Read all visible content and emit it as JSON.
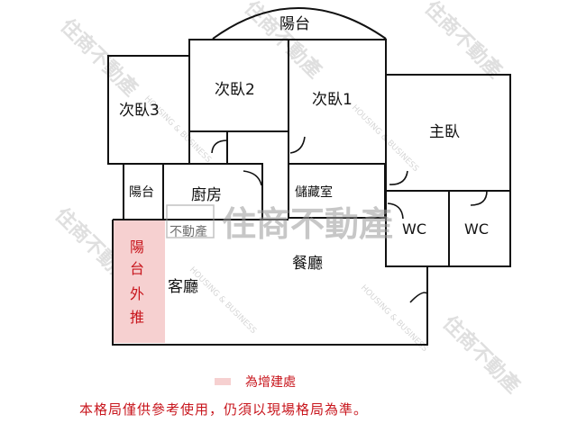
{
  "rooms": {
    "balcony_top": "陽台",
    "bedroom2": "次臥2",
    "bedroom1": "次臥1",
    "bedroom3": "次臥3",
    "master": "主臥",
    "balcony_small": "陽台",
    "kitchen": "廚房",
    "storage": "儲藏室",
    "wc1": "WC",
    "wc2": "WC",
    "dining": "餐廳",
    "living": "客廳",
    "annex_1": "陽",
    "annex_2": "台",
    "annex_3": "外",
    "annex_4": "推"
  },
  "watermark": {
    "brand": "住商不動產",
    "brand_small": "不動產",
    "tagline": "HOUSING & BUSINESS"
  },
  "legend": {
    "label": "為增建處",
    "swatch_color": "#f6d0d0"
  },
  "disclaimer": "本格局僅供參考使用，仍須以現場格局為準。",
  "colors": {
    "wall": "#111111",
    "annex_fill": "#f6d0d0",
    "annex_text": "#c8161d"
  }
}
